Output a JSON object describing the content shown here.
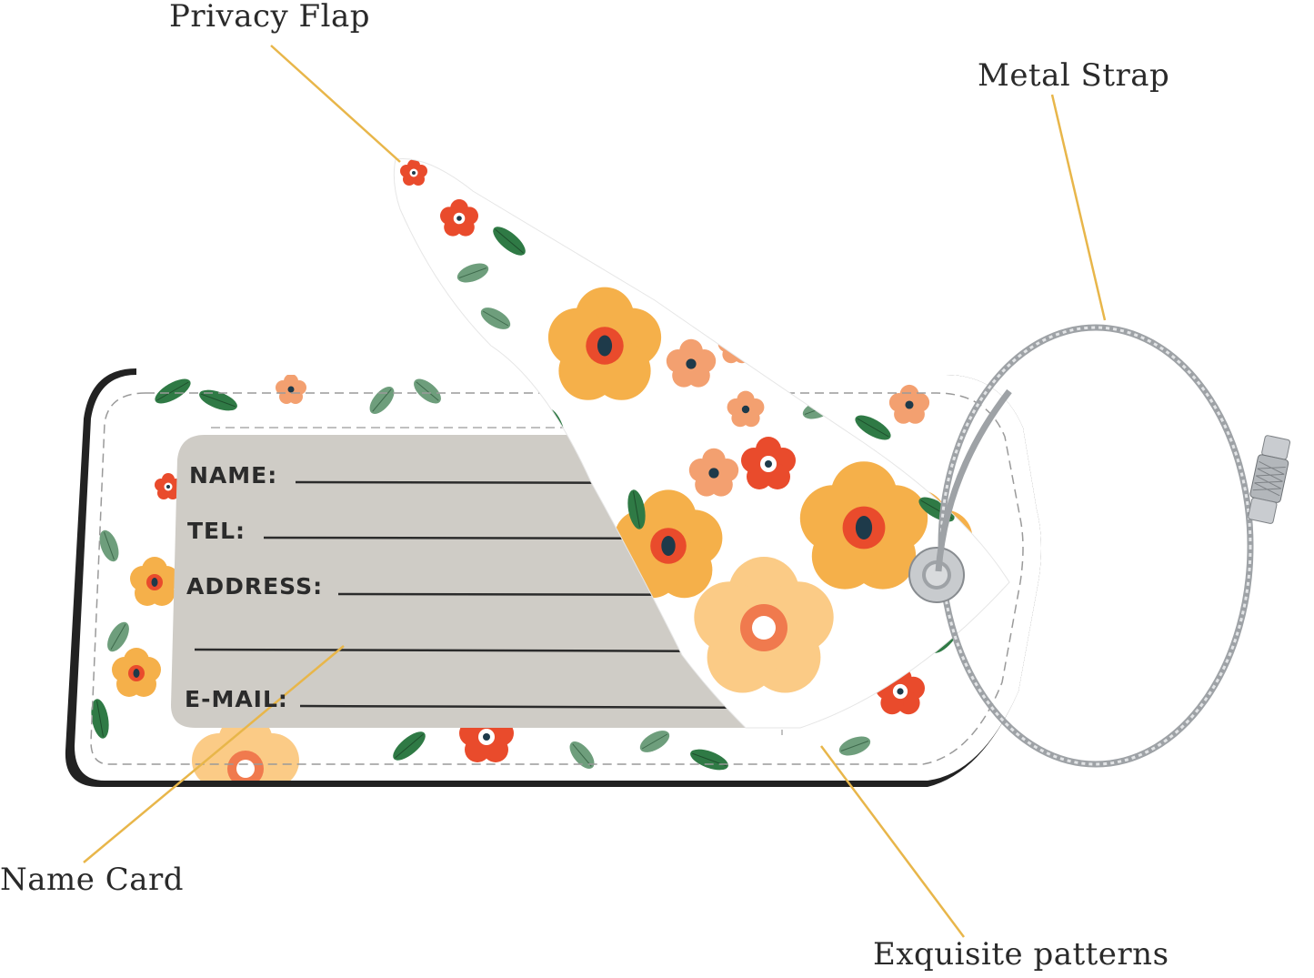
{
  "callouts": {
    "privacy_flap": "Privacy Flap",
    "metal_strap": "Metal Strap",
    "name_card": "Name Card",
    "exquisite_patterns": "Exquisite patterns"
  },
  "name_card": {
    "fields": [
      {
        "label": "NAME:"
      },
      {
        "label": "TEL:"
      },
      {
        "label": "ADDRESS:"
      },
      {
        "label": ""
      },
      {
        "label": "E-MAIL:"
      }
    ]
  },
  "colors": {
    "leader_line": "#E8B64A",
    "card_gray": "#CFCCC6",
    "tag_border": "#222222",
    "flower_orange": "#F5B04A",
    "flower_red": "#E94B2C",
    "flower_peach": "#F3A070",
    "leaf_green": "#2F7A45",
    "leaf_sage": "#6E9E7C",
    "metal": "#B8BCC0"
  }
}
